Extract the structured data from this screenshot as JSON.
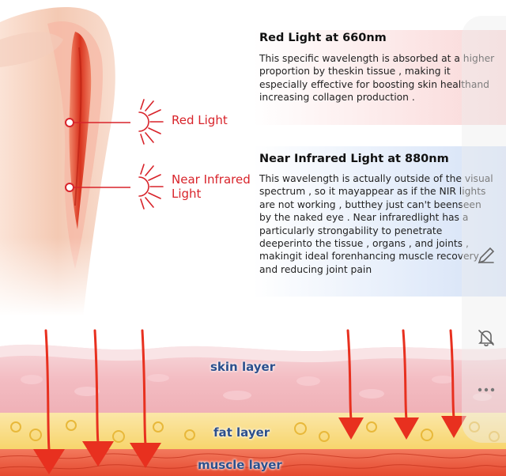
{
  "labels": {
    "red_light": "Red Light",
    "nir_line1": "Near Infrared",
    "nir_line2": "Light"
  },
  "panels": {
    "red": {
      "title": "Red Light at 660nm",
      "lines": [
        "This specific wavelength is absorbed at a higher",
        "proportion by theskin tissue , making it",
        "especially effective for boosting skin healthand",
        "increasing collagen production ."
      ]
    },
    "nir": {
      "title": "Near Infrared Light at 880nm",
      "lines": [
        "This wavelength is actually outside of the visual",
        "spectrum , so it mayappear as if the NIR lights",
        "are not working , butthey just can't beenseen",
        "by the naked eye . Near infraredlight has a",
        "particularly strongability to penetrate",
        "deeperinto the tissue , organs , and joints ,",
        "makingit ideal forenhancing muscle recovery",
        "and reducing joint pain"
      ]
    }
  },
  "layers": {
    "skin": "skin layer",
    "fat": "fat layer",
    "muscle": "muscle layer"
  },
  "icons": [
    "sun-ray-icon",
    "edit-icon",
    "bell-muted-icon",
    "more-icon"
  ],
  "colors": {
    "accent_red": "#d8232a",
    "arrow_red": "#e8301f",
    "label_blue": "#2c4f8c"
  }
}
